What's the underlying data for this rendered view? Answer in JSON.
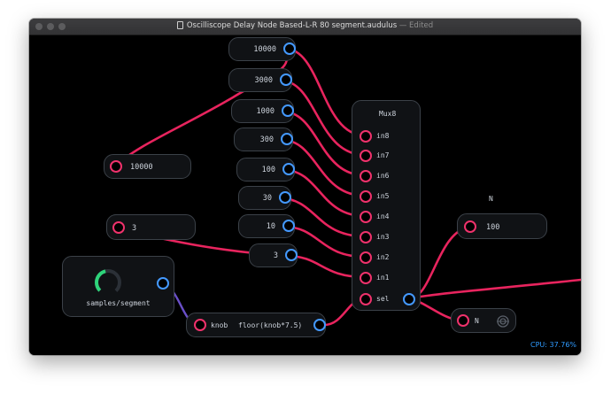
{
  "window": {
    "title": "Oscilliscope Delay Node Based-L-R 80 segment.audulus",
    "edited": "— Edited"
  },
  "constants": [
    "10000",
    "3000",
    "1000",
    "300",
    "100",
    "30",
    "10",
    "3"
  ],
  "inputs": {
    "left_value_1": "10000",
    "left_value_2": "3",
    "n_value": "100"
  },
  "mux": {
    "title": "Mux8",
    "ports": [
      "in8",
      "in7",
      "in6",
      "in5",
      "in4",
      "in3",
      "in2",
      "in1",
      "sel"
    ]
  },
  "knob": {
    "label": "samples/segment",
    "level": 0.45
  },
  "expr": {
    "input_label": "knob",
    "formula": "floor(knob*7.5)"
  },
  "n_label": "N",
  "n_out_label": "N",
  "status": {
    "cpu": "CPU: 37.76%"
  },
  "colors": {
    "wire": "#e8245e",
    "input_port": "#f0326c",
    "output_port": "#4499ff",
    "knob_arc": "#2ed37a",
    "accent": "#2f9bff"
  }
}
